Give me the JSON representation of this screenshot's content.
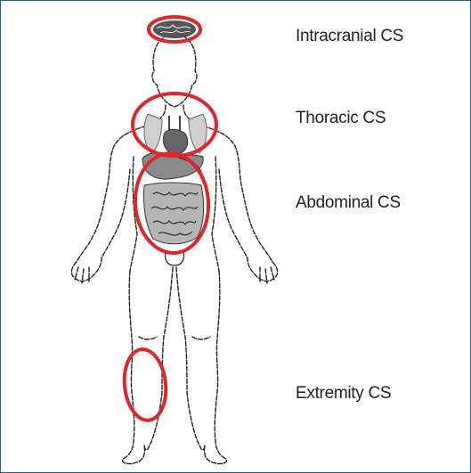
{
  "labels": {
    "intracranial": "Intracranial CS",
    "thoracic": "Thoracic CS",
    "abdominal": "Abdominal CS",
    "extremity": "Extremity CS"
  },
  "colors": {
    "border": "#1f5f8f",
    "highlight": "#e0262a",
    "outline": "#222222",
    "organ_fill": "#9a9a9a"
  }
}
